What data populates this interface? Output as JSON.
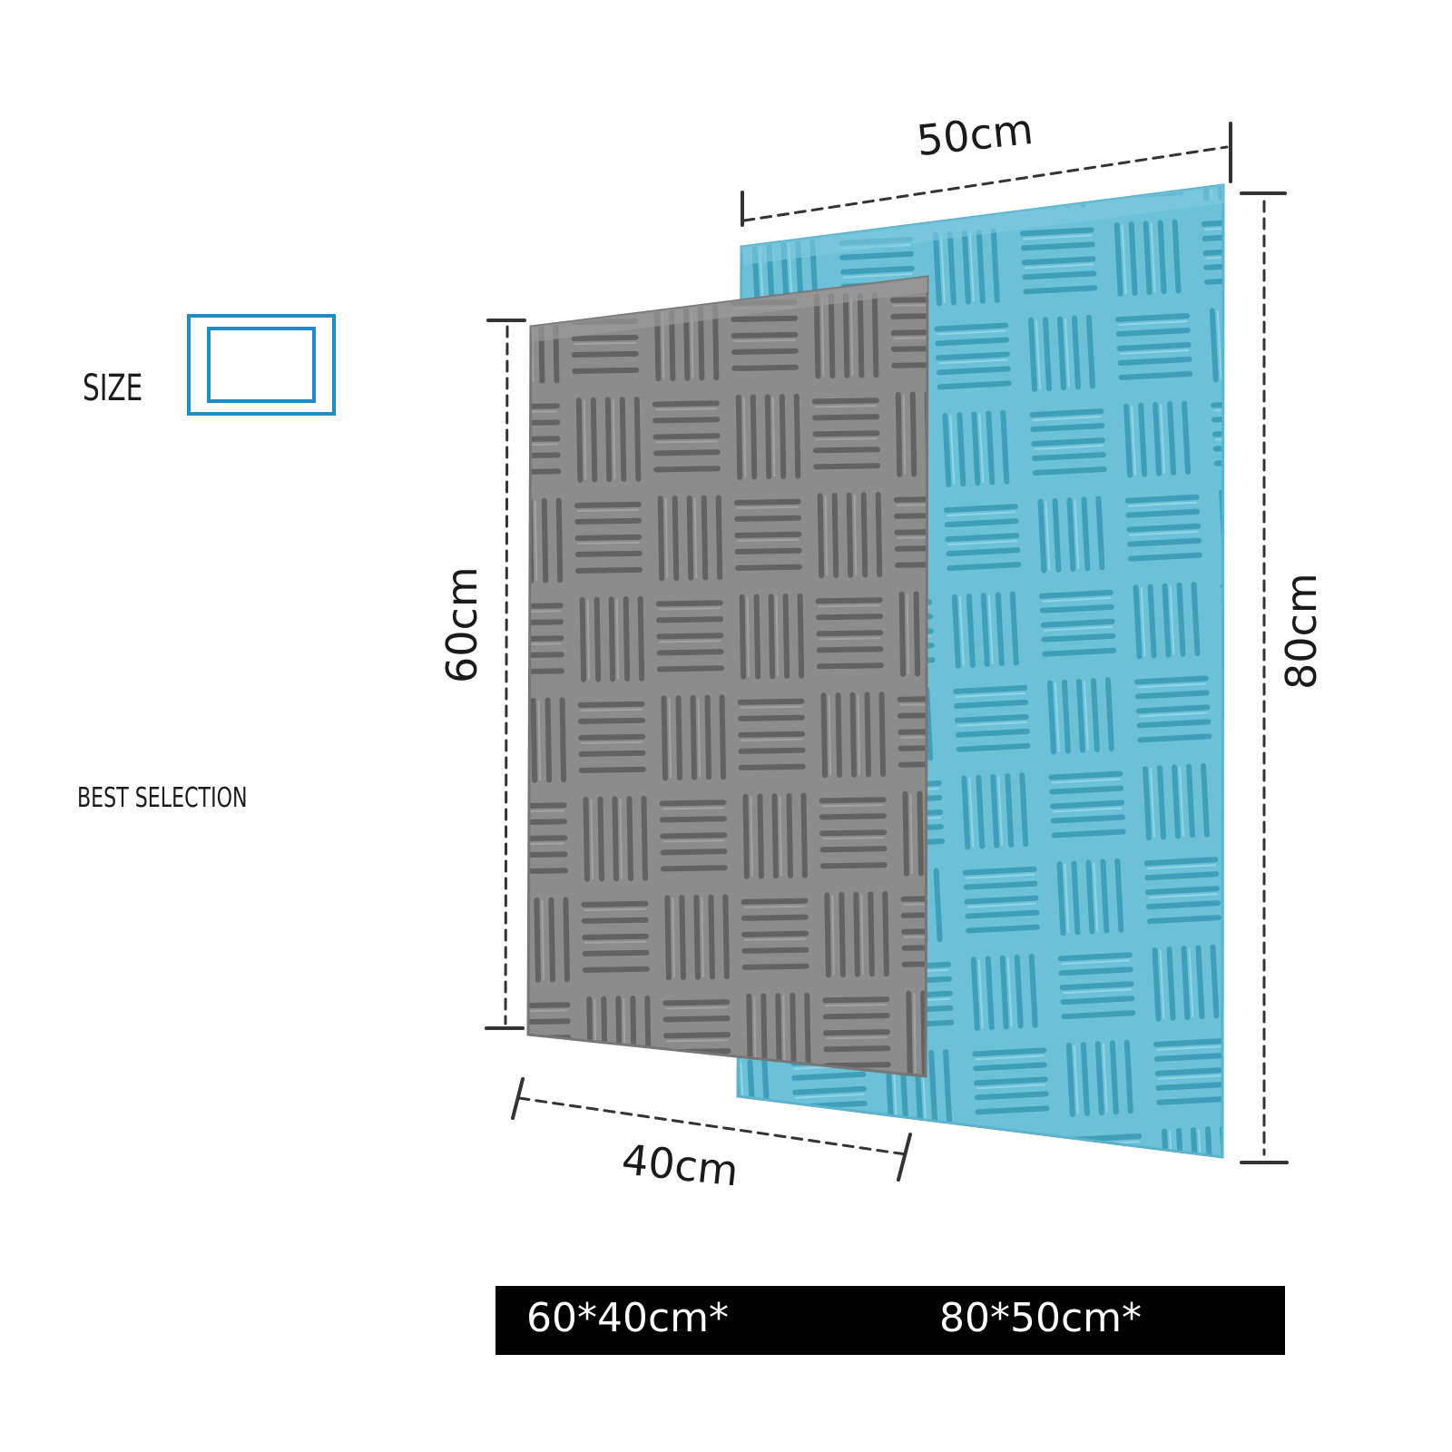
{
  "size_section": {
    "label": "SIZE",
    "icon": "rectangle-size-icon",
    "accent_color": "#1f8cc4"
  },
  "tagline": "BEST SELECTION",
  "products": {
    "small": {
      "color": "#8c8c8c",
      "width_label": "40cm",
      "height_label": "60cm"
    },
    "large": {
      "color": "#6cc1d8",
      "width_label": "50cm",
      "height_label": "80cm"
    }
  },
  "size_options": {
    "small": "60*40cm*",
    "large": "80*50cm*"
  }
}
